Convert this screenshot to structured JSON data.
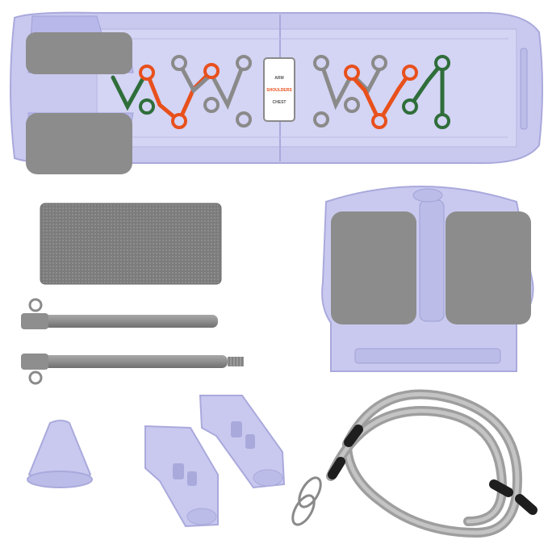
{
  "product": {
    "board": {
      "labels": [
        {
          "text": "ARM",
          "color": "#555555"
        },
        {
          "text": "SHOULDERS",
          "color": "#e8501c"
        },
        {
          "text": "CHEST",
          "color": "#555555"
        }
      ],
      "color_codes": {
        "arm": "#8a8a8a",
        "shoulders": "#e8501c",
        "chest": "#2f6e3a"
      }
    },
    "colors": {
      "lavender": "#c9c9f0",
      "lavender_dark": "#a9a9dc",
      "pad_gray": "#8c8c8c",
      "rubber_gray": "#9a9a9a",
      "tube_gray": "#b4b4b4",
      "black": "#1e1e1e"
    }
  }
}
